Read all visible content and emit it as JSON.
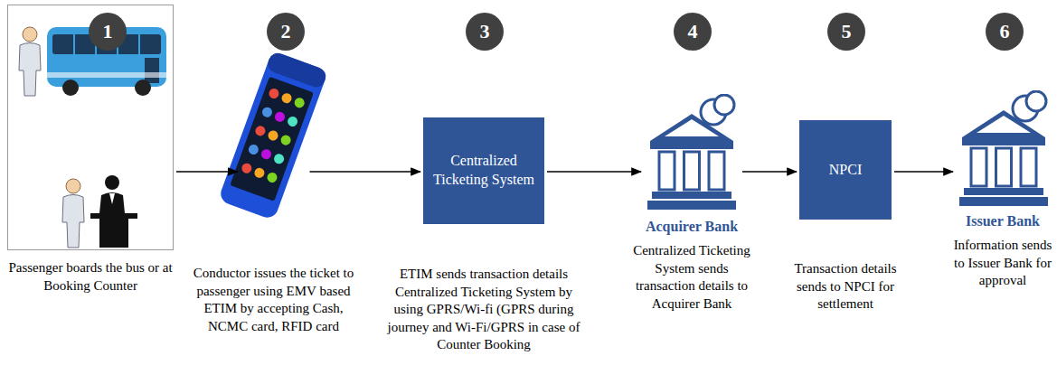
{
  "diagram": {
    "nodes": [
      {
        "text": [
          "1"
        ]
      },
      {
        "text": [
          "2"
        ]
      },
      {
        "text": [
          "3"
        ]
      },
      {
        "text": [
          "4"
        ]
      },
      {
        "text": [
          "5"
        ]
      },
      {
        "text": [
          "6"
        ]
      },
      {
        "text": [
          "Passenger boards the bus or at Booking Counter"
        ]
      },
      {
        "text": [
          "Conductor issues the ticket to passenger using EMV based ETIM by accepting Cash, NCMC card, RFID card"
        ]
      },
      {
        "text": [
          "Centralized Ticketing System",
          "ETIM sends transaction details Centralized Ticketing System by using GPRS/Wi-fi (GPRS during journey and Wi-Fi/GPRS in case of Counter Booking"
        ]
      },
      {
        "text": [
          "Acquirer Bank",
          "Centralized Ticketing System sends transaction details to Acquirer Bank"
        ]
      },
      {
        "text": [
          "NPCI",
          "Transaction details sends to NPCI for settlement"
        ]
      },
      {
        "text": [
          "Issuer Bank",
          "Information sends to Issuer Bank for approval"
        ]
      }
    ],
    "edges": [
      {
        "from": 6,
        "to": 7,
        "arrow": "to"
      },
      {
        "from": 7,
        "to": 8,
        "arrow": "to"
      },
      {
        "from": 8,
        "to": 9,
        "arrow": "to"
      },
      {
        "from": 9,
        "to": 10,
        "arrow": "to"
      },
      {
        "from": 10,
        "to": 11,
        "arrow": "to"
      }
    ]
  }
}
